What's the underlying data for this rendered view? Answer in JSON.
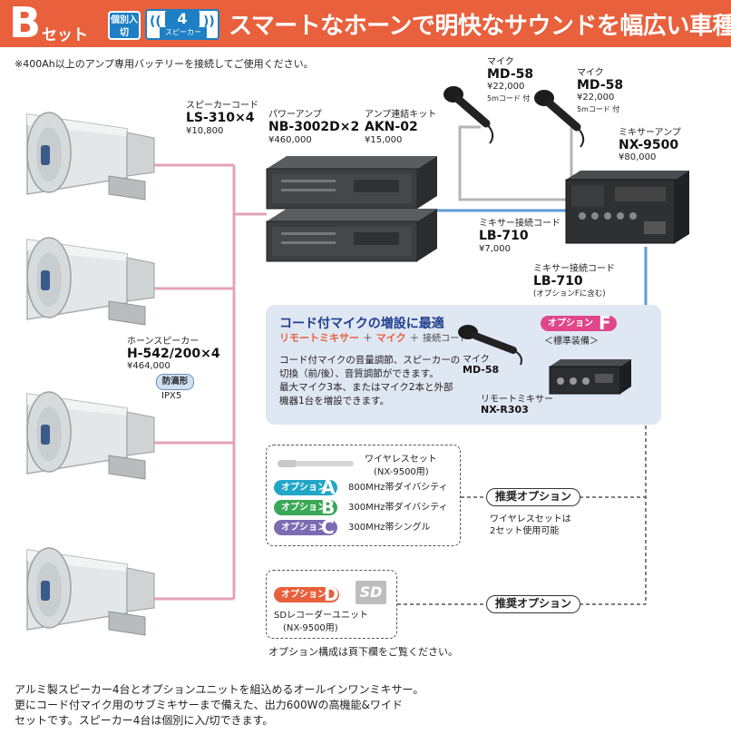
{
  "header": {
    "set_letter": "B",
    "set_label": "セット",
    "individual_label": "個別入切",
    "speaker_count": "4",
    "speaker_label": "スピーカー",
    "title": "スマートなホーンで明快なサウンドを幅広い車種に"
  },
  "note": "※400Ah以上のアンプ専用バッテリーを接続してご使用ください。",
  "speaker_cord": {
    "name": "スピーカーコード",
    "model": "LS-310×4",
    "price": "¥10,800"
  },
  "power_amp": {
    "name": "パワーアンプ",
    "model": "NB-3002D×2",
    "price": "¥460,000"
  },
  "amp_kit": {
    "name": "アンプ連結キット",
    "model": "AKN-02",
    "price": "¥15,000"
  },
  "mic1": {
    "name": "マイク",
    "model": "MD-58",
    "price": "¥22,000",
    "note": "5mコード 付"
  },
  "mic2": {
    "name": "マイク",
    "model": "MD-58",
    "price": "¥22,000",
    "note": "5mコード 付"
  },
  "mixer_amp": {
    "name": "ミキサーアンプ",
    "model": "NX-9500",
    "price": "¥80,000"
  },
  "mixer_cord1": {
    "name": "ミキサー接続コード",
    "model": "LB-710",
    "price": "¥7,000"
  },
  "mixer_cord2": {
    "name": "ミキサー接続コード",
    "model": "LB-710",
    "note": "(オプションFに含む)"
  },
  "horn_speaker": {
    "name": "ホーンスピーカー",
    "model": "H-542/200×4",
    "price": "¥464,000",
    "badge": "防滴形",
    "rating": "IPX5"
  },
  "panel": {
    "title": "コード付マイクの増設に最適",
    "sub_remote": "リモートミキサー",
    "sub_plus1": "＋",
    "sub_mic": "マイク",
    "sub_plus2": "＋",
    "sub_cord": "接続コード",
    "body": [
      "コード付マイクの音量調節、スピーカーの",
      "切換（前/後）、音質調節ができます。",
      "最大マイク3本、またはマイク2本と外部",
      "機器1台を増設できます。"
    ],
    "mic_name": "マイク",
    "mic_model": "MD-58",
    "remote_name": "リモートミキサー",
    "remote_model": "NX-R303",
    "option_f_label": "オプション",
    "option_f_letter": "F",
    "standard": "＜標準装備＞"
  },
  "wireless": {
    "title": "ワイヤレスセット",
    "subtitle": "(NX-9500用)",
    "options": [
      {
        "label": "オプション",
        "letter": "A",
        "desc": "800MHz帯ダイバシティ",
        "color": "#22a6c8"
      },
      {
        "label": "オプション",
        "letter": "B",
        "desc": "300MHz帯ダイバシティ",
        "color": "#3aa856"
      },
      {
        "label": "オプション",
        "letter": "C",
        "desc": "300MHz帯シングル",
        "color": "#7a6bb3"
      }
    ],
    "recommend": "推奨オプション",
    "note1": "ワイヤレスセットは",
    "note2": "2セット使用可能"
  },
  "sd": {
    "label": "オプション",
    "letter": "D",
    "sd_logo": "SD",
    "title": "SDレコーダーユニット",
    "subtitle": "(NX-9500用)",
    "recommend": "推奨オプション",
    "footnote": "オプション構成は頁下欄をご覧ください。"
  },
  "bottom": [
    "アルミ製スピーカー4台とオプションユニットを組込めるオールインワンミキサー。",
    "更にコード付マイク用のサブミキサーまで備えた、出力600Wの高機能&ワイド",
    "セットです。スピーカー4台は個別に入/切できます。"
  ],
  "colors": {
    "header": "#e8603c",
    "pink_line": "#e3a3b8",
    "blue_line": "#5b9bd5",
    "gray_line": "#b5b5b5",
    "option_d": "#e8603c",
    "option_f": "#e0468a"
  }
}
